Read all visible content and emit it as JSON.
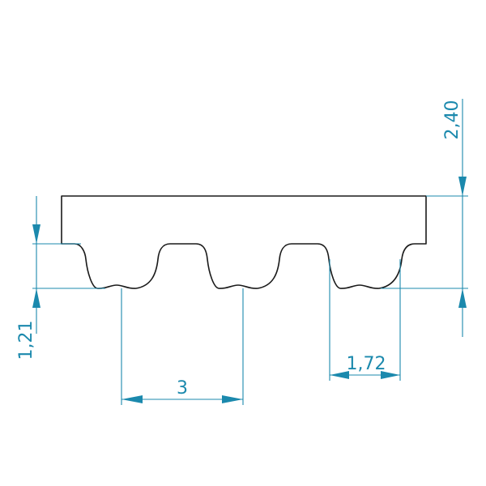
{
  "dimensions": {
    "total_height": "2,40",
    "tooth_height": "1,21",
    "pitch": "3",
    "tooth_width": "1,72"
  },
  "colors": {
    "outline": "#1a1a1a",
    "dimension": "#1b89ad",
    "background": "#ffffff"
  }
}
